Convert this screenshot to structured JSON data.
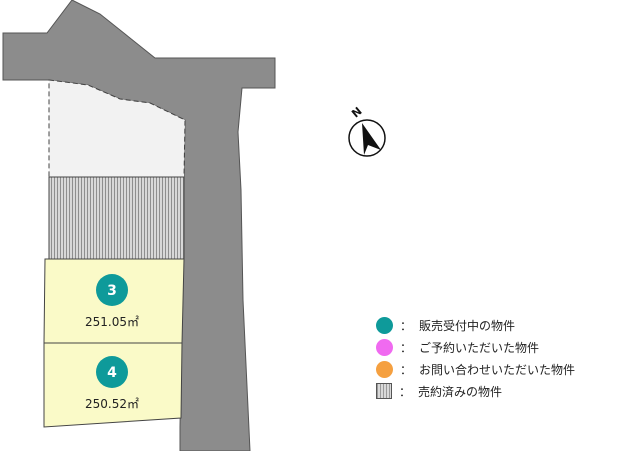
{
  "lots": [
    {
      "number": "3",
      "area": "251.05㎡",
      "status": "on_sale"
    },
    {
      "number": "4",
      "area": "250.52㎡",
      "status": "on_sale"
    }
  ],
  "compass": {
    "label": "N"
  },
  "legend": {
    "separator": "：",
    "items": [
      {
        "label": "販売受付中の物件",
        "color": "#0e9a9a",
        "kind": "circle"
      },
      {
        "label": "ご予約いただいた物件",
        "color": "#f06af0",
        "kind": "circle"
      },
      {
        "label": "お問い合わせいただいた物件",
        "color": "#f5a040",
        "kind": "circle"
      },
      {
        "label": "売約済みの物件",
        "color": "#bdbdbd",
        "kind": "hatch"
      }
    ]
  },
  "colors": {
    "road": "#8c8c8c",
    "lot_available": "#fafac8",
    "lot_undeveloped": "#f2f2f2"
  }
}
